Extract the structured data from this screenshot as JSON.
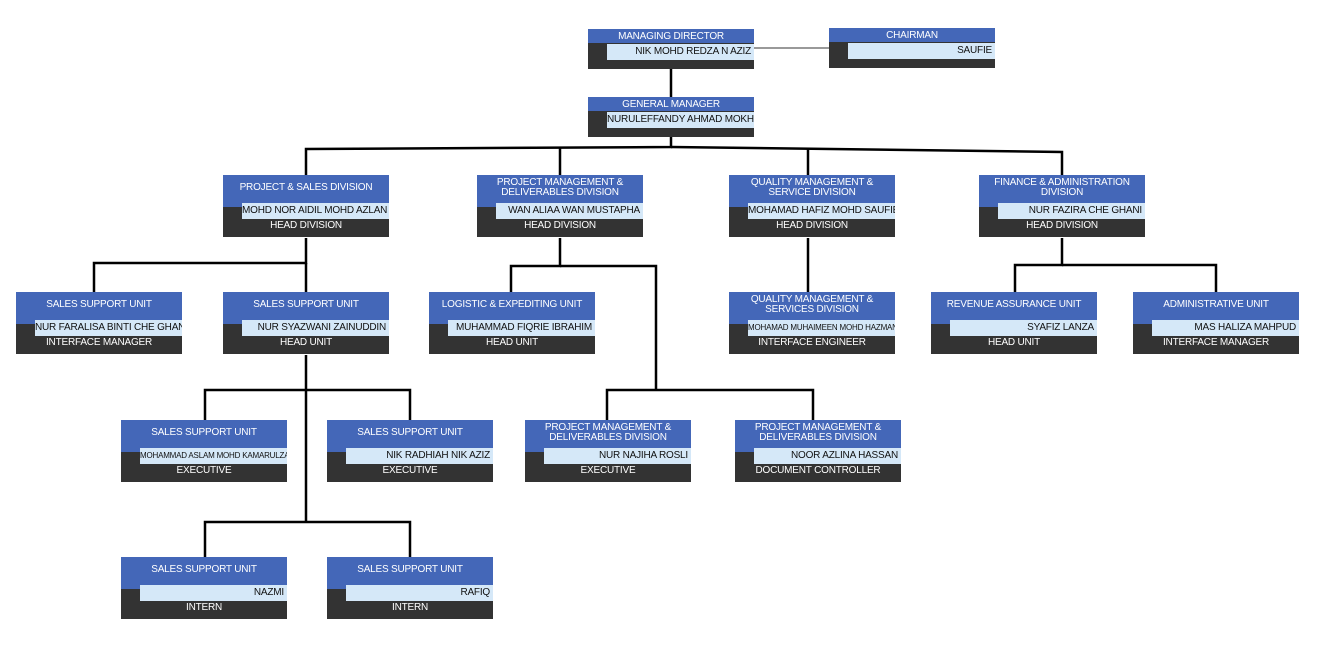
{
  "colors": {
    "box_header": "#4467b8",
    "box_footer": "#333333",
    "name_bar": "#d5e8f8",
    "connector": "#000000",
    "peer_connector": "#999999"
  },
  "managing_director": {
    "title": "MANAGING DIRECTOR",
    "name": "NIK MOHD REDZA N AZIZ",
    "role": ""
  },
  "chairman": {
    "title": "CHAIRMAN",
    "name": "SAUFIE",
    "role": ""
  },
  "general_manager": {
    "title": "GENERAL MANAGER",
    "name": "NURULEFFANDY AHMAD MOKHTAR",
    "role": ""
  },
  "divisions": [
    {
      "title": "PROJECT & SALES DIVISION",
      "name": "MOHD NOR AIDIL MOHD AZLAN",
      "role": "HEAD DIVISION"
    },
    {
      "title": "PROJECT MANAGEMENT & DELIVERABLES DIVISION",
      "name": "WAN ALIAA WAN MUSTAPHA",
      "role": "HEAD DIVISION"
    },
    {
      "title": "QUALITY MANAGEMENT & SERVICE DIVISION",
      "name": "MOHAMAD HAFIZ MOHD SAUFIE",
      "role": "HEAD DIVISION"
    },
    {
      "title": "FINANCE & ADMINISTRATION DIVISION",
      "name": "NUR FAZIRA CHE GHANI",
      "role": "HEAD DIVISION"
    }
  ],
  "units": [
    {
      "title": "SALES SUPPORT UNIT",
      "name": "NUR FARALISA BINTI CHE GHANI",
      "role": "INTERFACE MANAGER"
    },
    {
      "title": "SALES SUPPORT UNIT",
      "name": "NUR SYAZWANI ZAINUDDIN",
      "role": "HEAD UNIT"
    },
    {
      "title": "LOGISTIC & EXPEDITING UNIT",
      "name": "MUHAMMAD FIQRIE IBRAHIM",
      "role": "HEAD UNIT"
    },
    {
      "title": "QUALITY MANAGEMENT & SERVICES DIVISION",
      "name": "MOHAMAD MUHAIMEEN MOHD HAZMAN",
      "role": "INTERFACE ENGINEER"
    },
    {
      "title": "REVENUE ASSURANCE UNIT",
      "name": "SYAFIZ LANZA",
      "role": "HEAD UNIT"
    },
    {
      "title": "ADMINISTRATIVE UNIT",
      "name": "MAS HALIZA MAHPUD",
      "role": "INTERFACE MANAGER"
    }
  ],
  "staff": [
    {
      "title": "SALES SUPPORT UNIT",
      "name": "MOHAMMAD ASLAM MOHD KAMARULZAMAN",
      "role": "EXECUTIVE"
    },
    {
      "title": "SALES SUPPORT UNIT",
      "name": "NIK RADHIAH NIK AZIZ",
      "role": "EXECUTIVE"
    },
    {
      "title": "PROJECT MANAGEMENT & DELIVERABLES DIVISION",
      "name": "NUR NAJIHA ROSLI",
      "role": "EXECUTIVE"
    },
    {
      "title": "PROJECT MANAGEMENT & DELIVERABLES DIVISION",
      "name": "NOOR AZLINA HASSAN",
      "role": "DOCUMENT CONTROLLER"
    }
  ],
  "interns": [
    {
      "title": "SALES SUPPORT UNIT",
      "name": "NAZMI",
      "role": "INTERN"
    },
    {
      "title": "SALES SUPPORT UNIT",
      "name": "RAFIQ",
      "role": "INTERN"
    }
  ]
}
